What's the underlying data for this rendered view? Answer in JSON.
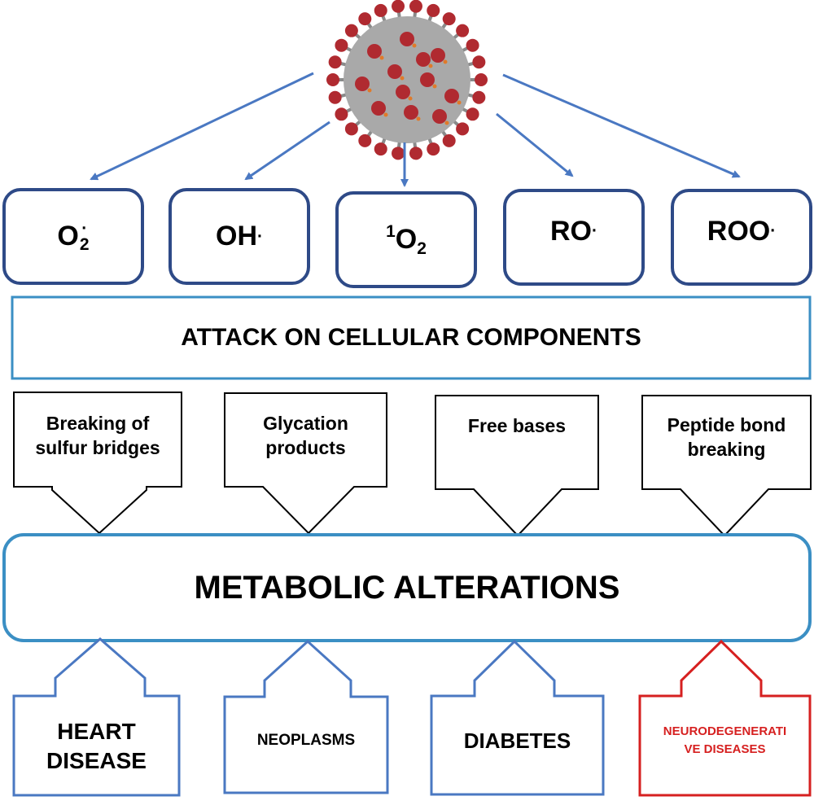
{
  "ros_species": [
    {
      "base": "O",
      "sub": "2",
      "sup": "·",
      "pre": ""
    },
    {
      "base": "OH",
      "sub": "",
      "sup": "·",
      "pre": ""
    },
    {
      "base": "O",
      "sub": "2",
      "sup": "",
      "pre": "1"
    },
    {
      "base": "RO",
      "sub": "",
      "sup": "·",
      "pre": ""
    },
    {
      "base": "ROO",
      "sub": "",
      "sup": "·",
      "pre": ""
    }
  ],
  "attack_label": "ATTACK ON CELLULAR COMPONENTS",
  "mechanisms": [
    {
      "line1": "Breaking of",
      "line2": "sulfur bridges"
    },
    {
      "line1": "Glycation",
      "line2": "products"
    },
    {
      "line1": "Free bases",
      "line2": ""
    },
    {
      "line1": "Peptide bond",
      "line2": "breaking"
    }
  ],
  "metabolic_label": "METABOLIC ALTERATIONS",
  "diseases": [
    {
      "line1": "HEART",
      "line2": "DISEASE",
      "color": "#000000",
      "border": "#4a78c2"
    },
    {
      "line1": "NEOPLASMS",
      "line2": "",
      "color": "#000000",
      "border": "#4a78c2"
    },
    {
      "line1": "DIABETES",
      "line2": "",
      "color": "#000000",
      "border": "#4a78c2"
    },
    {
      "line1": "NEURODEGENERATI",
      "line2": "VE DISEASES",
      "color": "#d62020",
      "border": "#d62020"
    }
  ],
  "colors": {
    "ros_border": "#2e4a87",
    "attack_border": "#3b8fc4",
    "metabolic_border": "#3b8fc4",
    "virus_arrow": "#4a78c2",
    "virus_spike": "#b02a30",
    "virus_body": "#a9a9a9"
  },
  "icons": {
    "virus": "coronavirus-particle"
  }
}
